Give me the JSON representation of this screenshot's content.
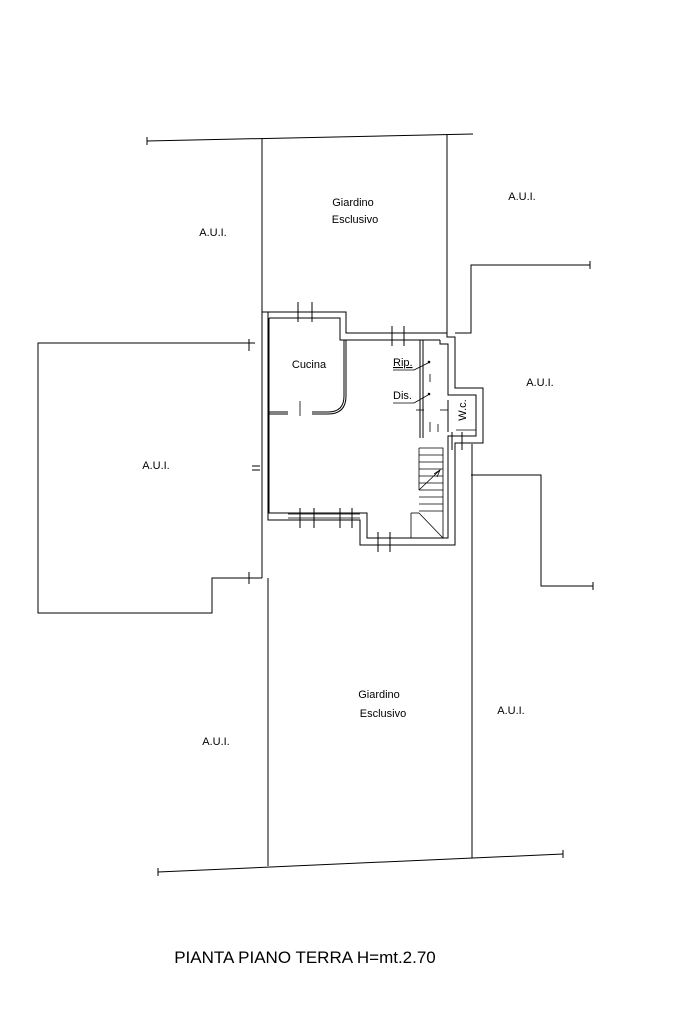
{
  "labels": {
    "garden_top_line1": "Giardino",
    "garden_top_line2": "Esclusivo",
    "garden_bottom_line1": "Giardino",
    "garden_bottom_line2": "Esclusivo",
    "kitchen": "Cucina",
    "storage": "Rip.",
    "hallway": "Dis.",
    "wc": "W.c.",
    "aui_top_left": "A.U.I.",
    "aui_top_right": "A.U.I.",
    "aui_mid_right": "A.U.I.",
    "aui_left": "A.U.I.",
    "aui_bottom_left": "A.U.I.",
    "aui_bottom_right": "A.U.I."
  },
  "caption": "PIANTA PIANO TERRA H=mt.2.70"
}
